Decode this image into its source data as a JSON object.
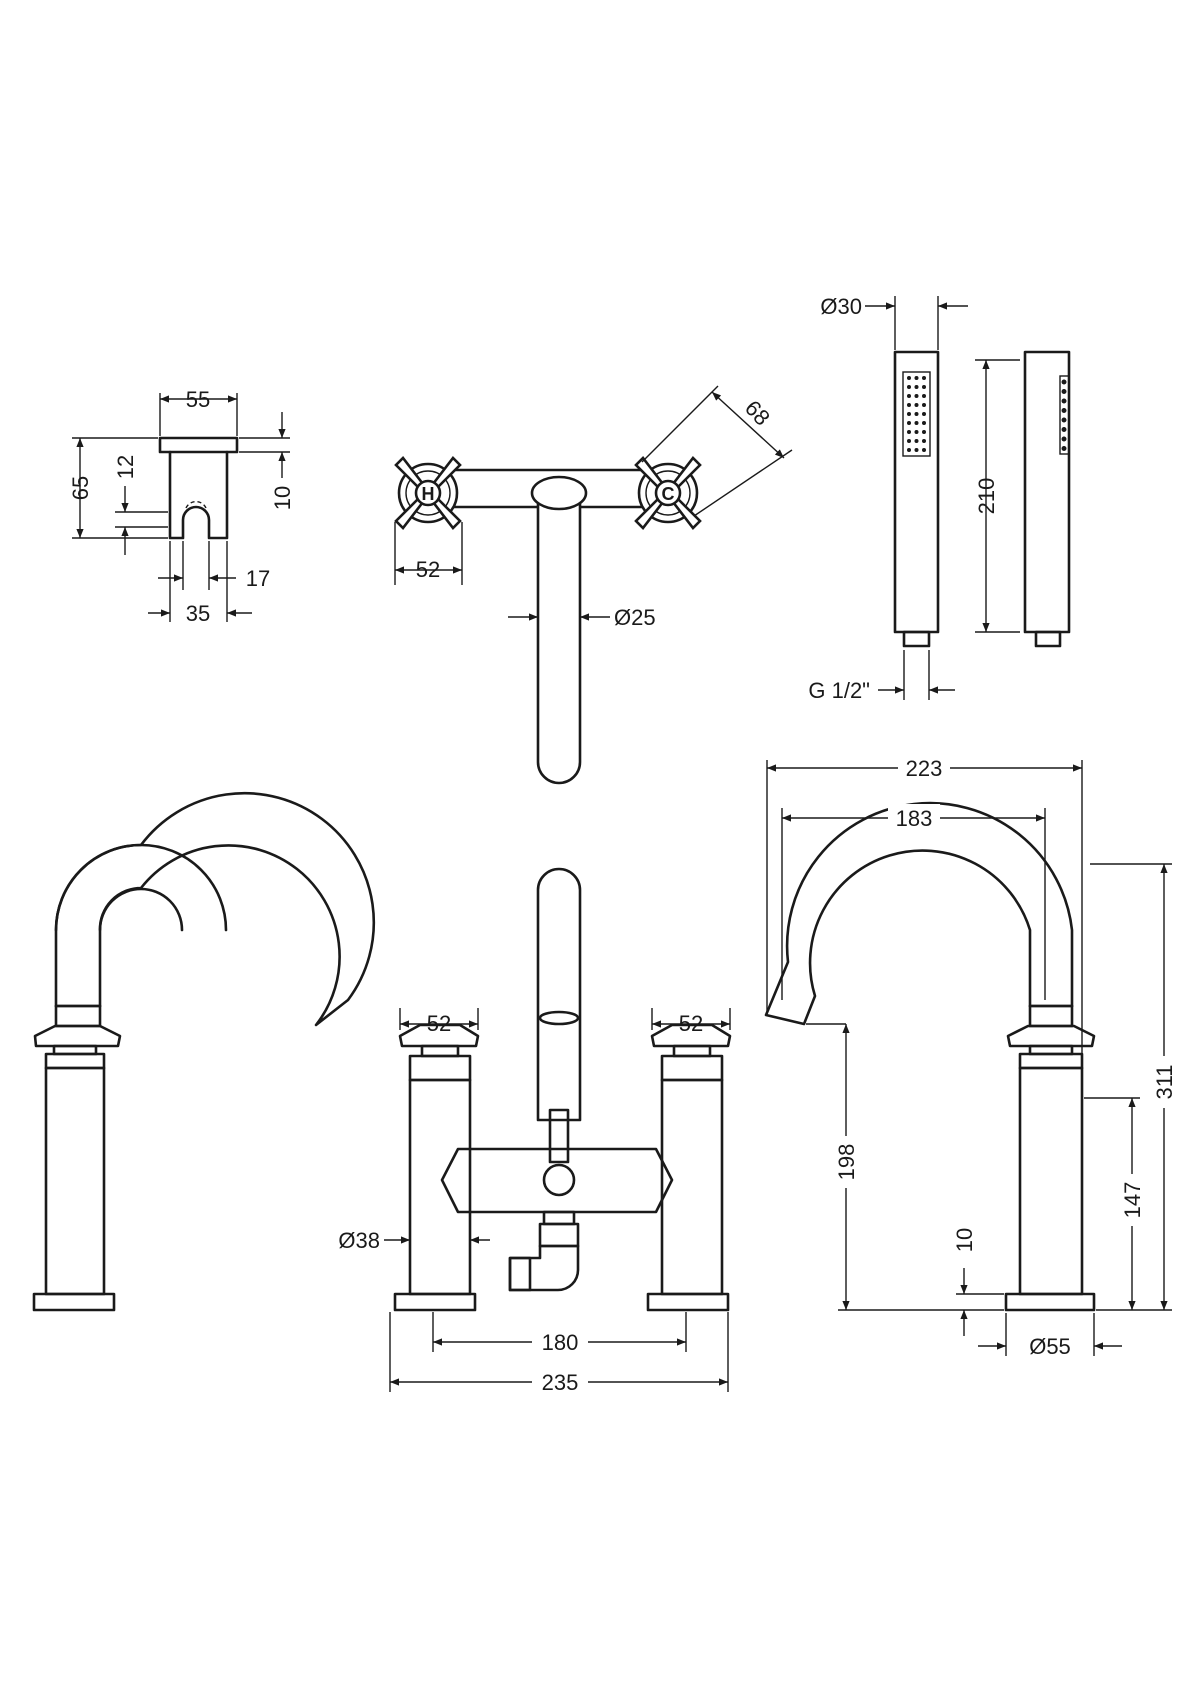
{
  "dimensions": {
    "holder": {
      "width": "55",
      "height": "65",
      "slot": "12",
      "plate": "10",
      "opening": "17",
      "depth": "35"
    },
    "plan": {
      "head_span": "68",
      "handle": "52",
      "spout_dia": "Ø25",
      "handle_letters": [
        "H",
        "C"
      ]
    },
    "handset": {
      "diameter": "Ø30",
      "length": "210",
      "thread": "G 1/2\""
    },
    "front": {
      "handle_left": "52",
      "handle_right": "52",
      "body_dia": "Ø38",
      "centres": "180",
      "overall_width": "235"
    },
    "side": {
      "reach_total": "223",
      "reach": "183",
      "height_total": "311",
      "outlet_height": "198",
      "body_height": "147",
      "base": "10",
      "base_dia": "Ø55"
    }
  },
  "colors": {
    "line": "#1a1a1a",
    "background": "#ffffff"
  }
}
